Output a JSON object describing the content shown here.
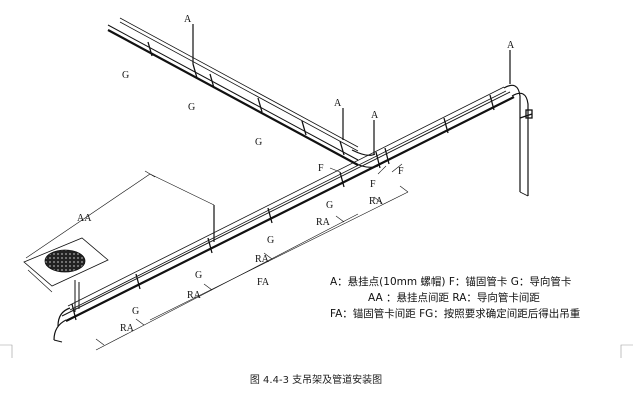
{
  "labels": {
    "A": "A",
    "G": "G",
    "F": "F",
    "RA": "RA",
    "AA": "AA",
    "FA": "FA"
  },
  "legend": {
    "line1": "A：悬挂点(10mm 螺帽)   F：锚固管卡   G：导向管卡",
    "line2": "AA ：悬挂点间距   RA：导向管卡间距",
    "line3": "FA：锚固管卡间距 FG：按照要求确定间距后得出吊重"
  },
  "caption": "图 4.4-3 支吊架及管道安装图"
}
